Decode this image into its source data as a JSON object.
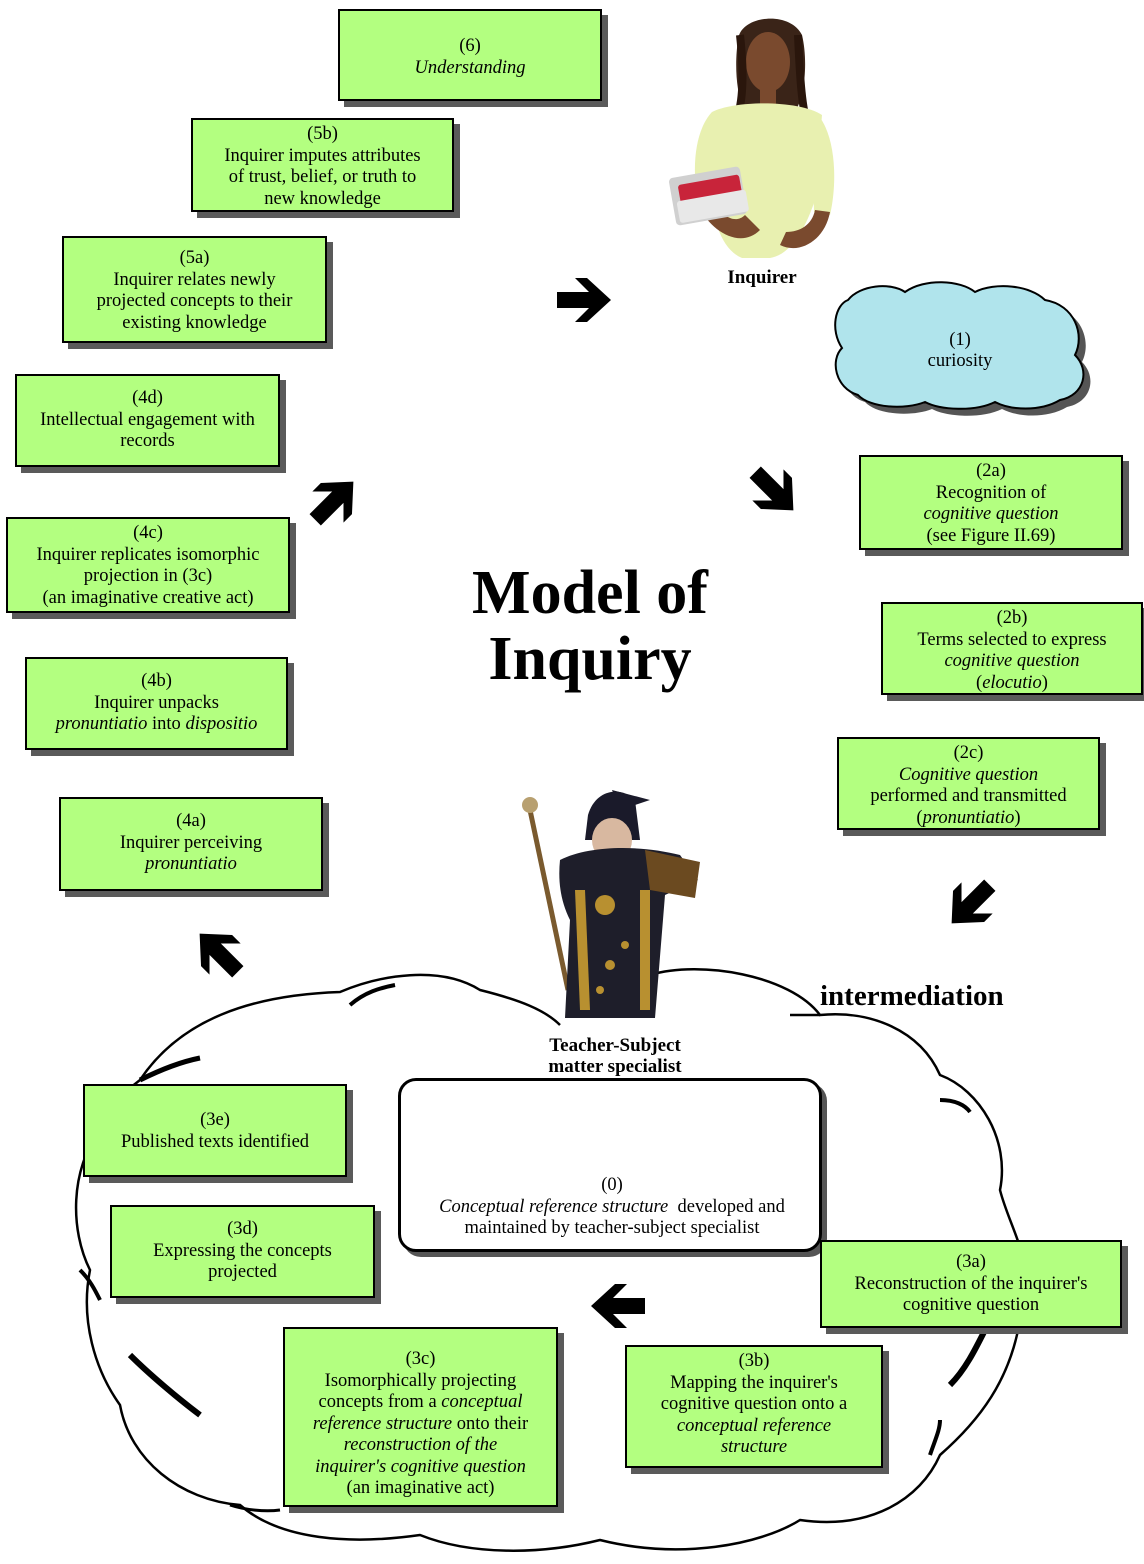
{
  "title": {
    "line1": "Model of",
    "line2": "Inquiry"
  },
  "labels": {
    "inquirer": "Inquirer",
    "intermediation": "intermediation",
    "teacher_line1": "Teacher-Subject",
    "teacher_line2": "matter specialist"
  },
  "cloud": {
    "num": "(1)",
    "text": "curiosity"
  },
  "boxes": {
    "b6": {
      "num": "(6)",
      "l1": "Understanding"
    },
    "b5b": {
      "num": "(5b)",
      "l1": "Inquirer imputes attributes",
      "l2": "of trust, belief, or truth to",
      "l3": "new knowledge"
    },
    "b5a": {
      "num": "(5a)",
      "l1": "Inquirer relates newly",
      "l2": "projected concepts to their",
      "l3": "existing knowledge"
    },
    "b4d": {
      "num": "(4d)",
      "l1": "Intellectual engagement with",
      "l2": "records"
    },
    "b4c": {
      "num": "(4c)",
      "l1": "Inquirer replicates isomorphic",
      "l2": "projection in (3c)",
      "l3": "(an imaginative creative act)"
    },
    "b4b": {
      "num": "(4b)",
      "l1": "Inquirer unpacks",
      "l2a": "pronuntiatio",
      "l2b": " into ",
      "l2c": "dispositio"
    },
    "b4a": {
      "num": "(4a)",
      "l1": "Inquirer perceiving",
      "l2": "pronuntiatio"
    },
    "b2a": {
      "num": "(2a)",
      "l1": "Recognition of",
      "l2": "cognitive question",
      "l3": "(see Figure II.69)"
    },
    "b2b": {
      "num": "(2b)",
      "l1": "Terms selected to express",
      "l2": "cognitive question",
      "l3a": "(",
      "l3b": "elocutio",
      "l3c": ")"
    },
    "b2c": {
      "num": "(2c)",
      "l1": "Cognitive question",
      "l2": "performed and transmitted",
      "l3a": "(",
      "l3b": "pronuntiatio",
      "l3c": ")"
    },
    "b3e": {
      "num": "(3e)",
      "l1": "Published texts identified"
    },
    "b3d": {
      "num": "(3d)",
      "l1": "Expressing the concepts",
      "l2": "projected"
    },
    "b3a": {
      "num": "(3a)",
      "l1": "Reconstruction of the inquirer's",
      "l2": "cognitive question"
    },
    "b3b": {
      "num": "(3b)",
      "l1": "Mapping the inquirer's",
      "l2": "cognitive question onto a",
      "l3": "conceptual reference",
      "l4": "structure"
    },
    "b3c": {
      "num": "(3c)",
      "l1": "Isomorphically projecting",
      "l2a": "concepts from a ",
      "l2b": "conceptual",
      "l3a": "reference structure",
      "l3b": " onto their",
      "l4": "reconstruction of the",
      "l5": "inquirer's cognitive question",
      "l6": "(an imaginative act)"
    }
  },
  "crs": {
    "num": "(0)",
    "l1a": "Conceptual reference structure",
    "l1b": "  developed and",
    "l2": "maintained by teacher-subject specialist"
  },
  "colors": {
    "box_fill": "#b3ff80",
    "cloud_fill": "#b0e4ec",
    "arrow": "#000000",
    "node_fill": "#b3ff80",
    "edge": "#00007a"
  }
}
